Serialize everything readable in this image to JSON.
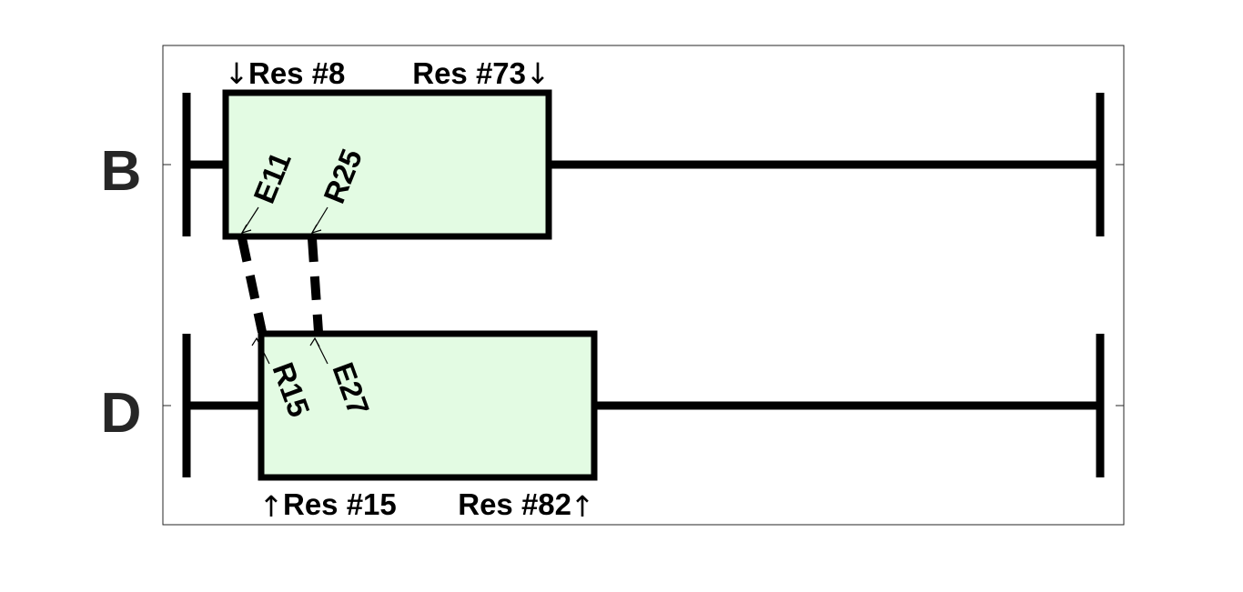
{
  "chains": [
    {
      "label": "B",
      "domain_start_label": "Res #8",
      "domain_end_label": "Res #73",
      "domain_start_arrow": "↓",
      "domain_end_arrow": "↓",
      "sites": [
        {
          "label": "E11"
        },
        {
          "label": "R25"
        }
      ]
    },
    {
      "label": "D",
      "domain_start_label": "Res #15",
      "domain_end_label": "Res #82",
      "domain_start_arrow": "↑",
      "domain_end_arrow": "↑",
      "sites": [
        {
          "label": "R15"
        },
        {
          "label": "E27"
        }
      ]
    }
  ],
  "links": [
    {
      "from": "E11",
      "to": "R15"
    },
    {
      "from": "R25",
      "to": "E27"
    }
  ],
  "colors": {
    "domain_fill": "#e3fbe3",
    "line": "#000000",
    "frame": "#262626"
  }
}
